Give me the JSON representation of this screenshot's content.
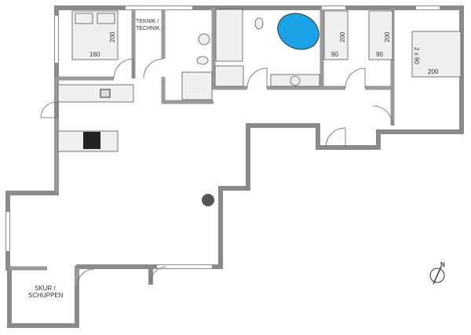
{
  "rooms": {
    "bedroom_1": {
      "bed_width": "160",
      "bed_length": "200"
    },
    "technik": {
      "label": "TEKNIK / TECHNIK"
    },
    "bedroom_2": {
      "bed_width": "90",
      "bed_length": "200"
    },
    "bedroom_3": {
      "bed_width": "90",
      "bed_length": "200"
    },
    "bedroom_4": {
      "bed_width": "2 x 90",
      "bed_length": "200"
    },
    "shed": {
      "label_line1": "SKUR /",
      "label_line2": "SCHUPPEN"
    }
  },
  "compass": {
    "label": "N"
  },
  "colors": {
    "wall": "#8a8a8a",
    "bathtub": "#1aa3e8"
  }
}
